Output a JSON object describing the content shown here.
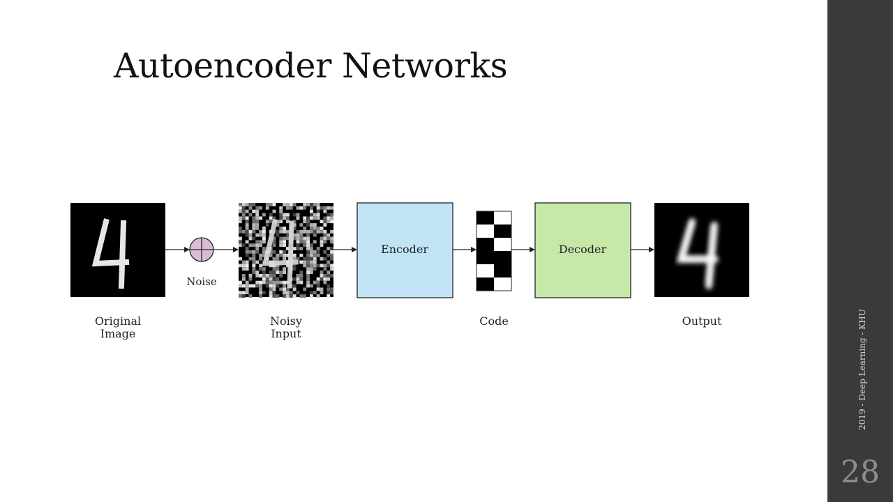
{
  "slide": {
    "title": "Autoencoder Networks",
    "footer": "2019 - Deep Learning - KHU",
    "page_number": "28"
  },
  "diagram": {
    "original_label": [
      "Original",
      "Image"
    ],
    "noise_label": "Noise",
    "noisy_label": [
      "Noisy",
      "Input"
    ],
    "encoder_label": "Encoder",
    "code_label": "Code",
    "decoder_label": "Decoder",
    "output_label": "Output",
    "colors": {
      "encoder": "#c2e3f5",
      "decoder": "#c6e8a9",
      "noise": "#d9bcd7",
      "sidebar": "#3a3a3a"
    },
    "code_pattern": [
      [
        1,
        0
      ],
      [
        0,
        1
      ],
      [
        1,
        0
      ],
      [
        1,
        1
      ],
      [
        0,
        1
      ],
      [
        1,
        0
      ]
    ]
  }
}
